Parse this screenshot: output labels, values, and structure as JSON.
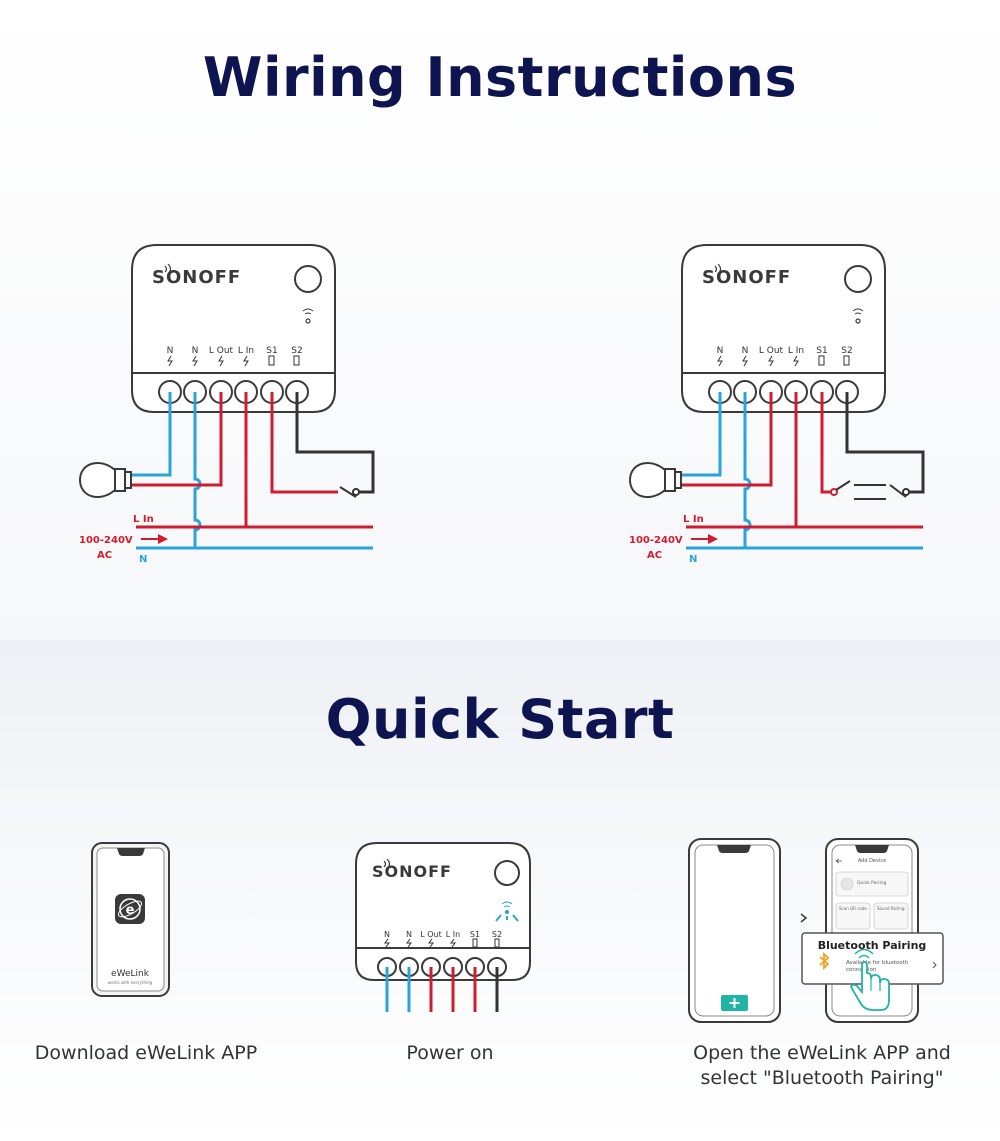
{
  "wiring": {
    "title": "Wiring Instructions",
    "brand": "SONOFF",
    "terminals": [
      "N",
      "N",
      "L Out",
      "L In",
      "S1",
      "S2"
    ],
    "line_label": "L In",
    "voltage_label": "100-240V",
    "ac_label": "AC",
    "neutral_label": "N"
  },
  "quick_start": {
    "title": "Quick Start",
    "steps": [
      {
        "caption_lines": [
          "Download eWeLink APP"
        ]
      },
      {
        "caption_lines": [
          "Power on"
        ]
      },
      {
        "caption_lines": [
          "Open the eWeLink APP and",
          "select \"Bluetooth Pairing\""
        ]
      }
    ],
    "app_name": "eWeLink",
    "app_tagline": "works with everything",
    "phone_screen": {
      "header": "Add Device",
      "quick_pairing": "Quick Pairing",
      "scan_qr": "Scan QR code",
      "sound_pairing": "Sound Pairing"
    },
    "bluetooth_card": {
      "title": "Bluetooth Pairing",
      "subtitle_line1": "Available for bluetooth",
      "subtitle_line2": "connection"
    }
  },
  "colors": {
    "title": "#0d1450",
    "neutral_wire": "#2aa3dc",
    "live_wire": "#cf1d2f",
    "switch_wire": "#333333",
    "outline": "#3a3a3a",
    "teal": "#1fb4a6",
    "bluetooth": "#f0a020"
  }
}
